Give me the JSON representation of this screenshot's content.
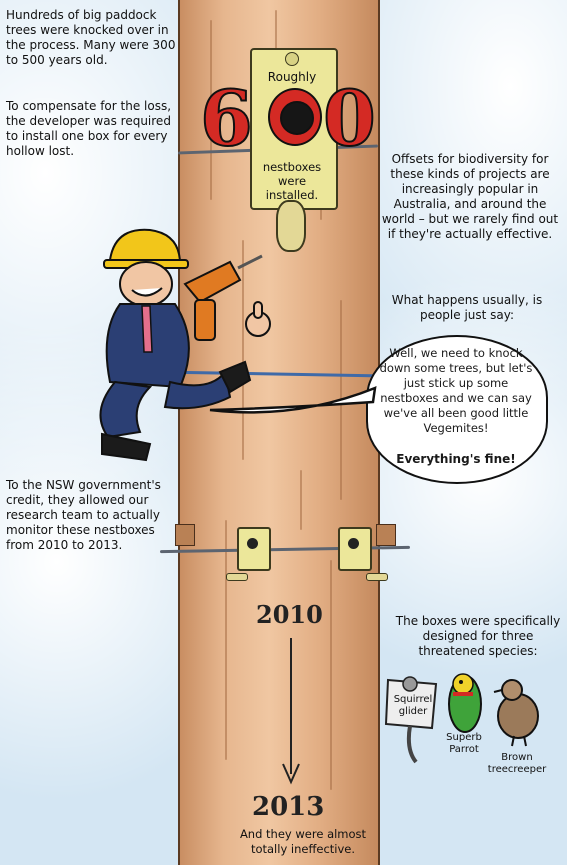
{
  "left_text": {
    "trees_knocked": "Hundreds of big paddock trees were knocked over in the process. Many were 300 to 500 years old.",
    "compensate": "To compensate for the loss, the developer was required to install one box for every hollow lost.",
    "nsw_credit": "To the NSW government's credit, they allowed our research team to actually monitor these nestboxes from 2010 to 2013."
  },
  "nestbox_sign": {
    "roughly": "Roughly",
    "digit_6": "6",
    "digit_0": "0",
    "caption": "nestboxes were installed."
  },
  "right_text": {
    "offsets": "Offsets for biodiversity for these kinds of projects are increasingly popular in Australia, and around the world – but we rarely find out if they're actually effective.",
    "what_happens": "What happens usually, is people just say:"
  },
  "speech_bubble": {
    "text": "Well, we need to knock down some trees, but let's just stick up some nestboxes and we can say we've all been good little Vegemites!",
    "emphasis": "Everything's fine!"
  },
  "timeline": {
    "start_year": "2010",
    "end_year": "2013",
    "result": "And they were almost totally ineffective."
  },
  "species": {
    "intro": "The boxes were specifically designed for three threatened species:",
    "squirrel_glider": "Squirrel glider",
    "superb_parrot": "Superb Parrot",
    "brown_treecreeper": "Brown treecreeper"
  },
  "colors": {
    "sky": "#d4e6f3",
    "pole": "#e6b68e",
    "nestbox": "#ece79a",
    "big_number_red": "#d42a24",
    "suit": "#2b3f74",
    "hardhat": "#f2c61a"
  }
}
